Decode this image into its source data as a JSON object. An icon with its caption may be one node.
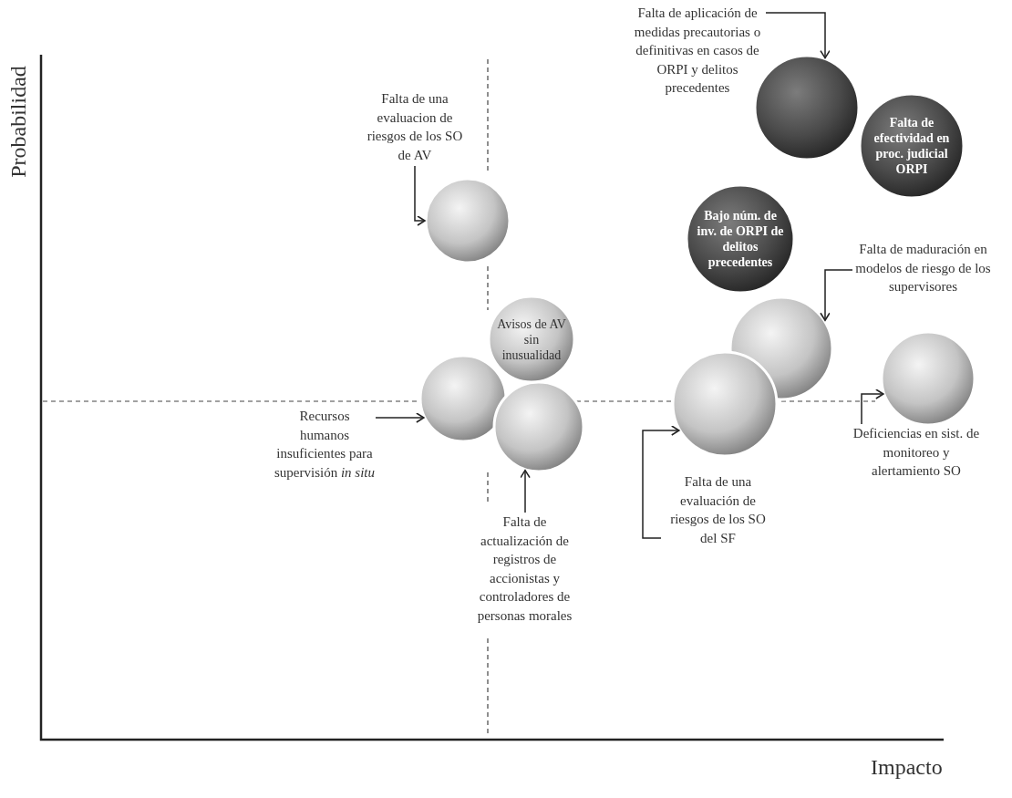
{
  "diagram": {
    "nodes": [
      {
        "text": [
          "Falta de una evaluacion de riesgos de los SO de AV"
        ]
      },
      {
        "text": [],
        "shape": "circle"
      },
      {
        "text": [
          "Falta de aplicación de medidas precautorias o definitivas en casos de ORPI y delitos precedentes"
        ]
      },
      {
        "text": [],
        "shape": "circle"
      },
      {
        "text": [
          "Falta de efectividad en proc. judicial ORPI"
        ]
      },
      {
        "text": [
          "Bajo núm. de inv. de ORPI de delitos precedentes"
        ]
      },
      {
        "text": [
          "Falta de maduración en modelos de riesgo de los supervisores"
        ]
      },
      {
        "text": [],
        "shape": "circle"
      },
      {
        "text": [],
        "shape": "circle"
      },
      {
        "text": [
          "Deficiencias en sist. de monitoreo y alertamiento SO"
        ]
      },
      {
        "text": [],
        "shape": "circle"
      },
      {
        "text": [
          "Falta de una evaluación de riesgos de los SO del SF"
        ]
      },
      {
        "text": [
          "Avisos de AV sin inusualidad"
        ]
      },
      {
        "text": [],
        "shape": "circle"
      },
      {
        "text": [],
        "shape": "circle"
      },
      {
        "text": [
          "Recursos humanos insuficientes para supervisión *in situ*"
        ]
      },
      {
        "text": [
          "Falta de actualización de registros de accionistas y controladores de personas morales"
        ]
      }
    ],
    "edges": [
      {
        "from": 0,
        "to": 1,
        "arrow": "to"
      },
      {
        "from": 2,
        "to": 3,
        "arrow": "to"
      },
      {
        "from": 6,
        "to": 7,
        "arrow": "to"
      },
      {
        "from": 9,
        "to": 8,
        "arrow": "to"
      },
      {
        "from": 11,
        "to": 10,
        "arrow": "to"
      },
      {
        "from": 15,
        "to": 13,
        "arrow": "to"
      },
      {
        "from": 16,
        "to": 14,
        "arrow": "to"
      }
    ],
    "labels": [
      "Probabilidad",
      "Impacto"
    ]
  }
}
